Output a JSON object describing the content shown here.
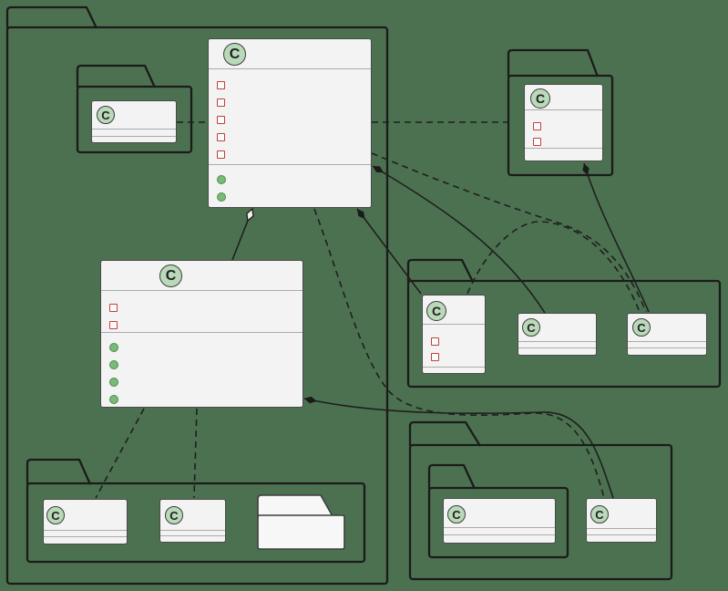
{
  "diagram": {
    "type": "uml-class-diagram",
    "class_icon_letter": "C",
    "colors": {
      "background": "#4c7150",
      "class_fill": "#f3f3f3",
      "class_border": "#4a4a4a",
      "package_border": "#1b1b1b",
      "subfolder_fill": "#f7f7f7",
      "class_icon_fill": "#b9d9b9",
      "class_icon_border": "#3c3c3c",
      "attribute_marker_color": "#c63d3d",
      "method_marker_color": "#79ba79",
      "connector_color": "#1f1f1f"
    },
    "packages": [
      {
        "id": "pkg-main-left",
        "label": "",
        "contains": [
          "pkg-upper-left",
          "class-big",
          "class-middle",
          "pkg-bottom-left"
        ]
      },
      {
        "id": "pkg-upper-left",
        "label": "",
        "contains": [
          "class-upper-left"
        ]
      },
      {
        "id": "pkg-top-right",
        "label": "",
        "contains": [
          "class-top-right"
        ]
      },
      {
        "id": "pkg-mid-right",
        "label": "",
        "contains": [
          "class-mr-left",
          "class-mr-mid",
          "class-mr-right"
        ]
      },
      {
        "id": "pkg-bottom-left",
        "label": "",
        "contains": [
          "class-bl-1",
          "class-bl-2",
          "subfolder-white"
        ]
      },
      {
        "id": "pkg-bottom-right-outer",
        "label": "",
        "contains": [
          "pkg-bottom-right-inner",
          "class-br-right"
        ]
      },
      {
        "id": "pkg-bottom-right-inner",
        "label": "",
        "contains": [
          "class-br-inner"
        ]
      }
    ],
    "classes": [
      {
        "id": "class-upper-left",
        "label": "",
        "attributes": 0,
        "methods": 0,
        "empty_compartments": 2
      },
      {
        "id": "class-big",
        "label": "",
        "attributes": 5,
        "methods": 2
      },
      {
        "id": "class-middle",
        "label": "",
        "attributes": 2,
        "methods": 4
      },
      {
        "id": "class-top-right",
        "label": "",
        "attributes": 2,
        "methods": 0,
        "empty_compartments": 1
      },
      {
        "id": "class-mr-left",
        "label": "",
        "attributes": 2,
        "methods": 0,
        "empty_compartments": 1
      },
      {
        "id": "class-mr-mid",
        "label": "",
        "attributes": 0,
        "methods": 0,
        "empty_compartments": 2
      },
      {
        "id": "class-mr-right",
        "label": "",
        "attributes": 0,
        "methods": 0,
        "empty_compartments": 2
      },
      {
        "id": "class-bl-1",
        "label": "",
        "attributes": 0,
        "methods": 0,
        "empty_compartments": 2
      },
      {
        "id": "class-bl-2",
        "label": "",
        "attributes": 0,
        "methods": 0,
        "empty_compartments": 2
      },
      {
        "id": "class-br-inner",
        "label": "",
        "attributes": 0,
        "methods": 0,
        "empty_compartments": 2
      },
      {
        "id": "class-br-right",
        "label": "",
        "attributes": 0,
        "methods": 0,
        "empty_compartments": 2
      }
    ],
    "relationships": [
      {
        "from": "class-upper-left",
        "to": "class-big",
        "type": "dependency",
        "style": "dashed"
      },
      {
        "from": "class-big",
        "to": "pkg-top-right",
        "type": "dependency",
        "style": "dashed"
      },
      {
        "from": "class-big",
        "to": "class-middle",
        "type": "aggregation",
        "style": "solid-hollow-diamond"
      },
      {
        "from": "class-big",
        "to": "class-mr-mid",
        "type": "composition",
        "style": "solid-filled-diamond"
      },
      {
        "from": "class-big",
        "to": "class-mr-left",
        "type": "composition",
        "style": "solid-filled-diamond"
      },
      {
        "from": "class-top-right",
        "to": "class-mr-right",
        "type": "composition",
        "style": "solid-filled-diamond"
      },
      {
        "from": "class-middle",
        "to": "class-br-right",
        "type": "composition",
        "style": "solid-filled-diamond"
      },
      {
        "from": "class-big",
        "to": "class-br-right",
        "type": "dependency",
        "style": "dashed"
      },
      {
        "from": "class-mr-left",
        "to": "class-mr-right",
        "type": "dependency",
        "style": "dashed-arc"
      },
      {
        "from": "class-big",
        "to": "class-mr-right",
        "type": "dependency",
        "style": "dashed-arc"
      },
      {
        "from": "class-middle",
        "to": "class-bl-1",
        "type": "dependency",
        "style": "dashed"
      },
      {
        "from": "class-middle",
        "to": "class-bl-2",
        "type": "dependency",
        "style": "dashed"
      }
    ]
  }
}
